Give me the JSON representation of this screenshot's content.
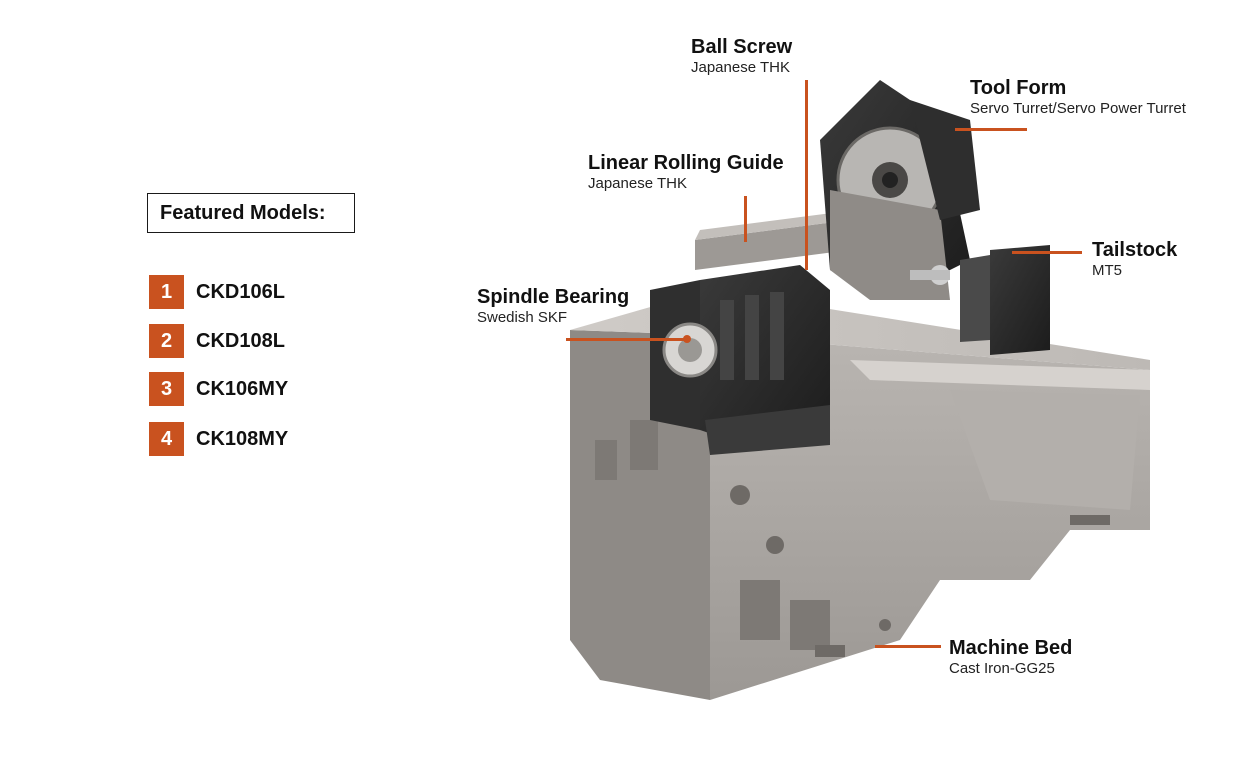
{
  "featured": {
    "title": "Featured Models:",
    "models": [
      {
        "num": "1",
        "name": "CKD106L"
      },
      {
        "num": "2",
        "name": "CKD108L"
      },
      {
        "num": "3",
        "name": "CK106MY"
      },
      {
        "num": "4",
        "name": "CK108MY"
      }
    ]
  },
  "callouts": {
    "ball_screw": {
      "title": "Ball Screw",
      "sub": "Japanese THK"
    },
    "tool_form": {
      "title": "Tool Form",
      "sub": "Servo Turret/Servo Power Turret"
    },
    "linear_guide": {
      "title": "Linear Rolling Guide",
      "sub": "Japanese THK"
    },
    "tailstock": {
      "title": "Tailstock",
      "sub": "MT5"
    },
    "spindle": {
      "title": "Spindle Bearing",
      "sub": "Swedish SKF"
    },
    "machine_bed": {
      "title": "Machine Bed",
      "sub": "Cast Iron-GG25"
    }
  },
  "colors": {
    "accent": "#c9521f",
    "machine_gray": "#a8a4a0",
    "machine_dark": "#2b2b2b"
  }
}
